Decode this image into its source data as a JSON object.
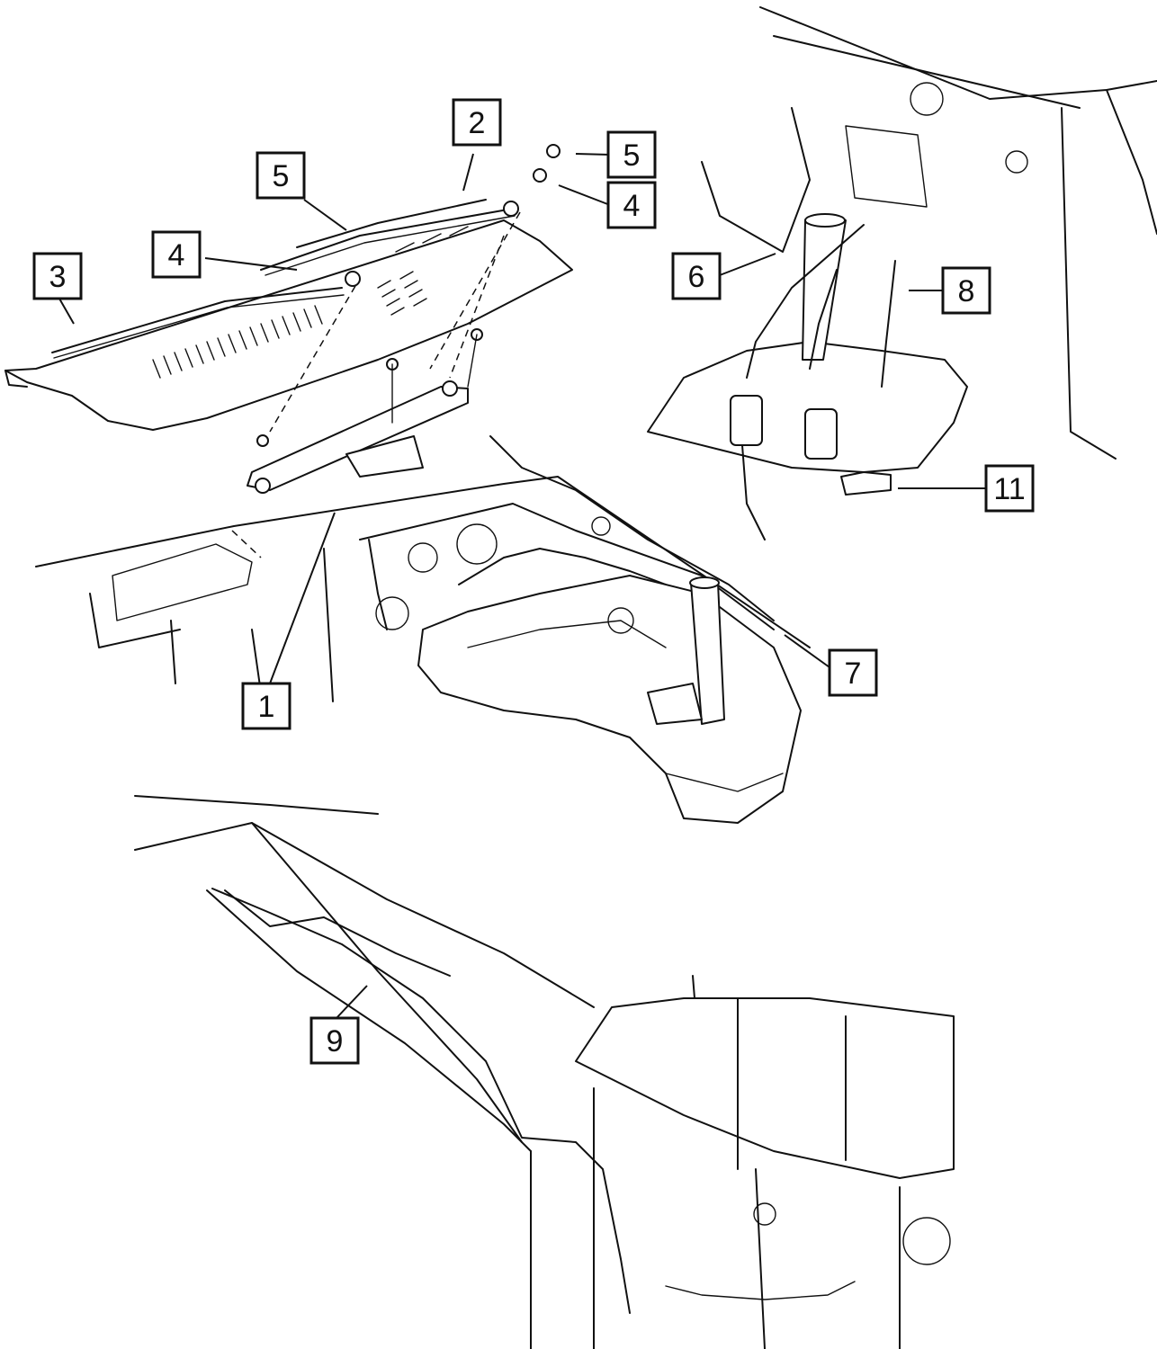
{
  "callouts": [
    {
      "id": "c1",
      "label": "1"
    },
    {
      "id": "c2",
      "label": "2"
    },
    {
      "id": "c3",
      "label": "3"
    },
    {
      "id": "c4a",
      "label": "4"
    },
    {
      "id": "c4b",
      "label": "4"
    },
    {
      "id": "c5a",
      "label": "5"
    },
    {
      "id": "c5b",
      "label": "5"
    },
    {
      "id": "c6",
      "label": "6"
    },
    {
      "id": "c7",
      "label": "7"
    },
    {
      "id": "c8",
      "label": "8"
    },
    {
      "id": "c9",
      "label": "9"
    },
    {
      "id": "c11",
      "label": "11"
    }
  ]
}
